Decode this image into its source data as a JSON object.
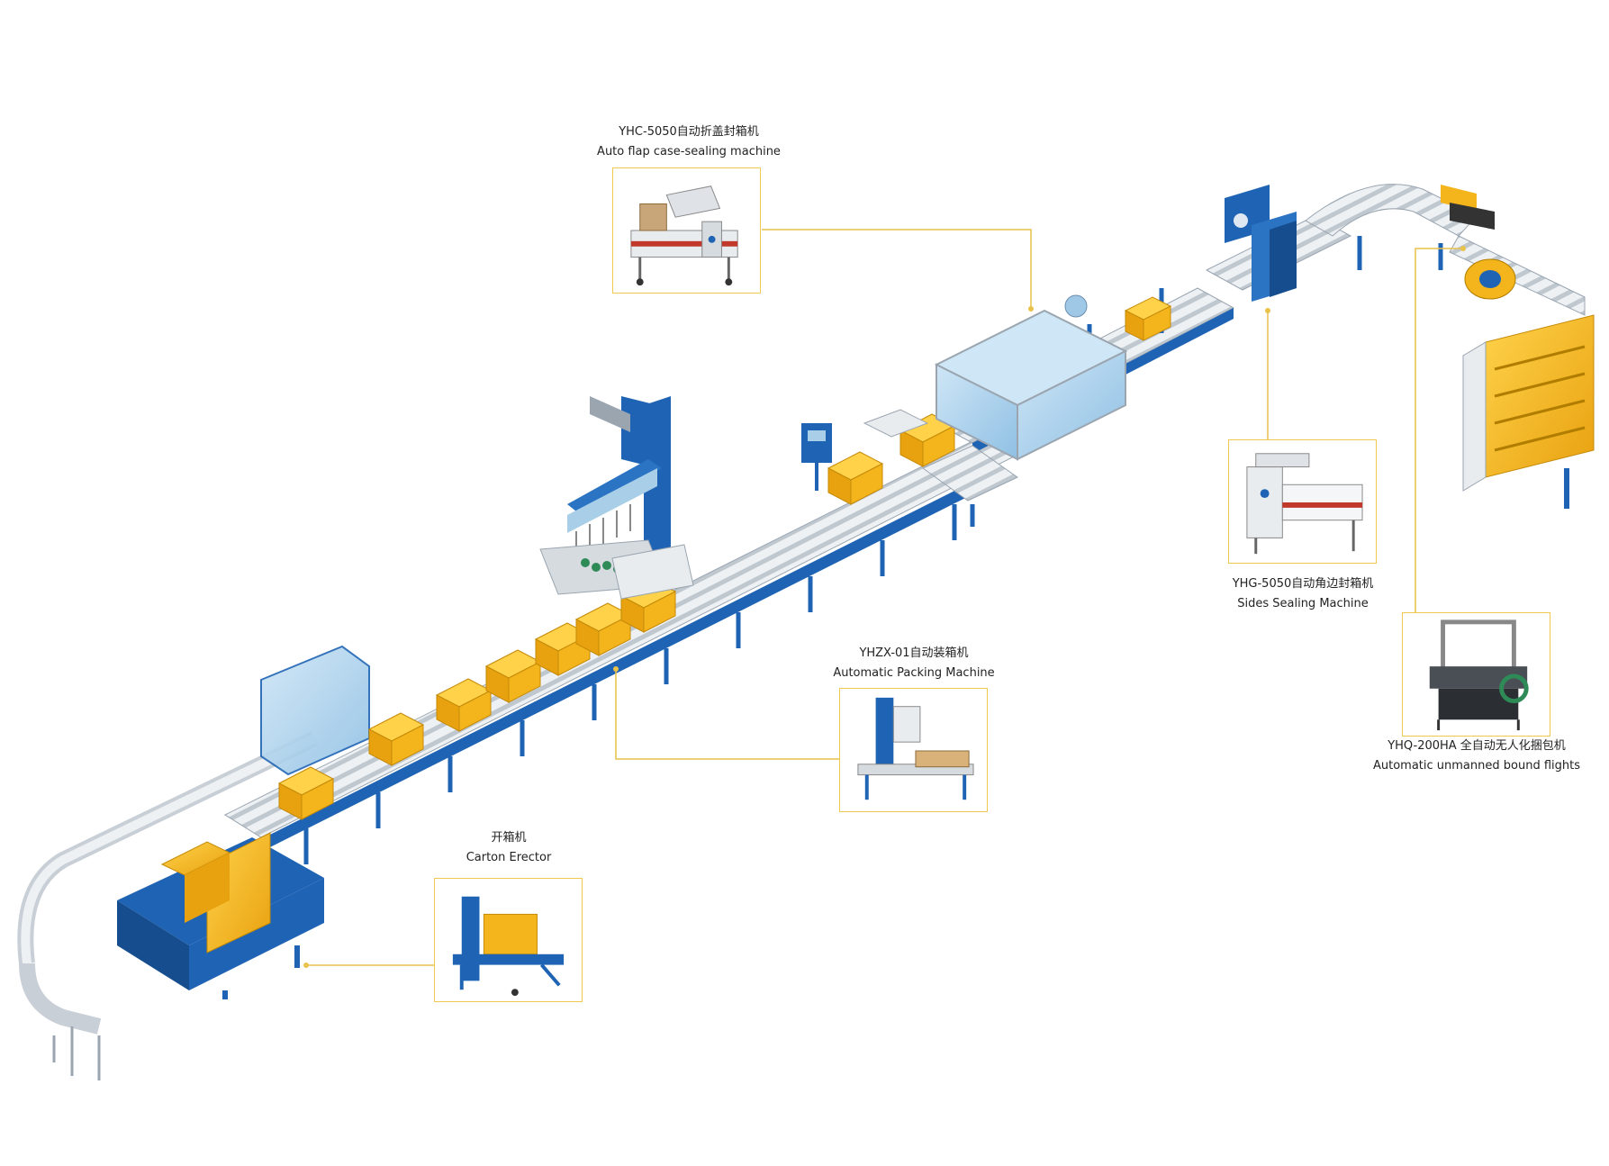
{
  "machines": [
    {
      "id": "sealer",
      "model_zh": "YHC-5050自动折盖封箱机",
      "name_en": "Auto flap case-sealing machine"
    },
    {
      "id": "sides",
      "model_zh": "YHG-5050自动角边封箱机",
      "name_en": "Sides Sealing Machine"
    },
    {
      "id": "strapper",
      "model_zh": "YHQ-200HA 全自动无人化捆包机",
      "name_en": "Automatic unmanned bound flights"
    },
    {
      "id": "packer",
      "model_zh": "YHZX-01自动装箱机",
      "name_en": "Automatic Packing Machine"
    },
    {
      "id": "erector",
      "model_zh": "开箱机",
      "name_en": "Carton Erector"
    }
  ],
  "colors": {
    "frame": "#1f64b4",
    "frame_dark": "#154d8e",
    "roller": "#d8dde3",
    "box": "#f3b51b",
    "box_dark": "#d99a0c",
    "guard": "#a9cfe8",
    "callout_border": "#f0c850",
    "leader": "#e9c24a"
  }
}
